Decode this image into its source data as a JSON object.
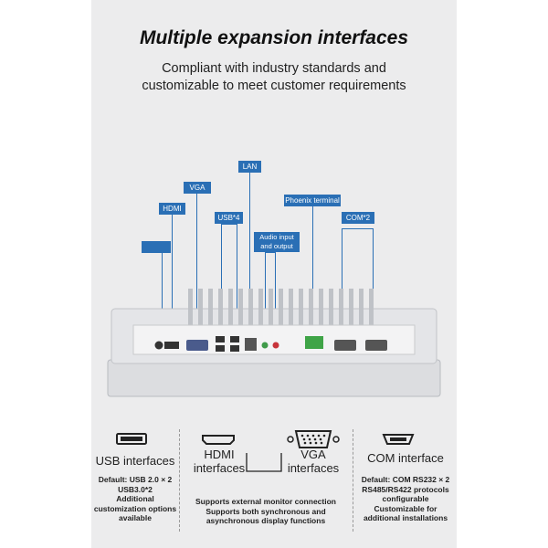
{
  "header": {
    "title": "Multiple expansion interfaces",
    "subtitle_line1": "Compliant with industry standards and",
    "subtitle_line2": "customizable to meet customer requirements"
  },
  "callouts": {
    "lan": "LAN",
    "vga": "VGA",
    "hdmi": "HDMI",
    "usb": "USB*4",
    "audio_line1": "Audio input",
    "audio_line2": "and output",
    "phoenix": "Phoenix terminal",
    "com": "COM*2",
    "dc": ""
  },
  "features": {
    "usb": {
      "title": "USB interfaces",
      "lines": [
        "Default: USB 2.0 × 2",
        "USB3.0*2",
        "Additional",
        "customization options",
        "available"
      ]
    },
    "hdmi": {
      "title_line1": "HDMI",
      "title_line2": "interfaces"
    },
    "vga": {
      "title_line1": "VGA",
      "title_line2": "interfaces"
    },
    "display_desc": [
      "Supports external monitor connection",
      "Supports both synchronous and",
      "asynchronous display functions"
    ],
    "com": {
      "title": "COM interface",
      "lines": [
        "Default: COM RS232 × 2",
        "RS485/RS422 protocols",
        "configurable",
        "Customizable for",
        "additional installations"
      ]
    }
  },
  "colors": {
    "accent": "#2a6fb5",
    "panel_bg": "#ececed",
    "terminal_green": "#3fa447"
  }
}
